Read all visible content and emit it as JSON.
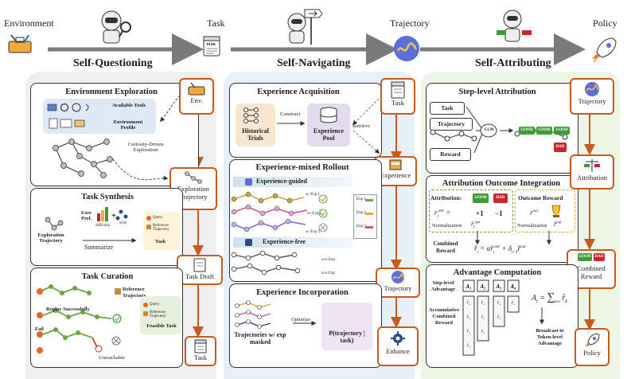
{
  "stages": {
    "environment": "Environment",
    "task": "Task",
    "trajectory": "Trajectory",
    "policy": "Policy"
  },
  "sections": {
    "self_questioning": "Self-Questioning",
    "self_navigating": "Self-Navigating",
    "self_attributing": "Self-Attributing"
  },
  "env_exploration": {
    "title": "Environment Exploration",
    "available_tools": "Available Tools",
    "environment_profile": "Environment Profile",
    "curiosity": "Curiosity-Driven Exploration",
    "env_label": "Env.",
    "exploration_trajectory": "Exploration Trajectory"
  },
  "task_synthesis": {
    "title": "Task Synthesis",
    "user_pref": "User Pref.",
    "difficulty": "difficulty",
    "style": "style",
    "exploration_trajectory": "Exploration Trajectory",
    "summarize": "Summarize",
    "query": "Query",
    "reference_trajectory": "Reference Trajectory",
    "task": "Task",
    "task_draft": "Task Draft"
  },
  "task_curation": {
    "title": "Task Curation",
    "reference_trajectory": "Reference Trajectory",
    "replay_successfully": "Replay Successfully",
    "fail": "Fail",
    "unreachable": "Unreachable",
    "query": "Query",
    "feasible_task": "Feasible Task",
    "task": "Task"
  },
  "experience_acquisition": {
    "title": "Experience Acquisition",
    "historical_trials": "Historical Trials",
    "construct": "Construct",
    "experience_pool": "Experience Pool",
    "retrieve": "Retrieve",
    "task": "Task",
    "experience": "Experience"
  },
  "rollout": {
    "title": "Experience-mixed Rollout",
    "guided": "Experience-guided",
    "free": "Experience-free",
    "exp1": "w/ Exp 1",
    "exp2": "w/ Exp 2",
    "exp3": "w/ Exp 3",
    "wo_exp": "w/o Exp",
    "exp_cards": [
      "Exp 1",
      "Exp 2",
      "Exp 3"
    ],
    "trajectory": "Trajectory"
  },
  "incorporation": {
    "title": "Experience Incorporation",
    "trajectories": "Trajectories w/ exp masked",
    "optimize": "Optimize",
    "objective": "P(trajectory | task)",
    "enhance": "Enhance"
  },
  "step_attribution": {
    "title": "Step-level Attribution",
    "task": "Task",
    "trajectory": "Trajectory",
    "reward": "Reward",
    "llm": "LLM",
    "good": "GOOD",
    "bad": "BAD",
    "trajectory_box": "Trajectory"
  },
  "integration": {
    "title": "Attribution Outcome Integration",
    "attribution": "Attribution:",
    "good": "GOOD",
    "bad": "BAD",
    "plus_one": "+1",
    "minus_one": "−1",
    "normalization": "Normalization",
    "outcome_reward": "Outcome Reward",
    "combined_reward": "Combined Reward",
    "attribution_box": "Attribution",
    "combined_reward_box": "Combined Reward"
  },
  "advantage": {
    "title": "Advantage Computation",
    "step_level_advantage": "Step-level Advantage",
    "accumulative_combined_reward": "Accumulative Combined Reward",
    "broadcast": "Broadcast to Token-level Advantage",
    "policy": "Policy"
  },
  "colors": {
    "orange": "#c85a1e",
    "left_bg": "#f0f0f0",
    "mid_bg": "#eaf1f8",
    "right_bg": "#eef5e6",
    "good": "#3f9b3a",
    "bad": "#c8272b"
  }
}
